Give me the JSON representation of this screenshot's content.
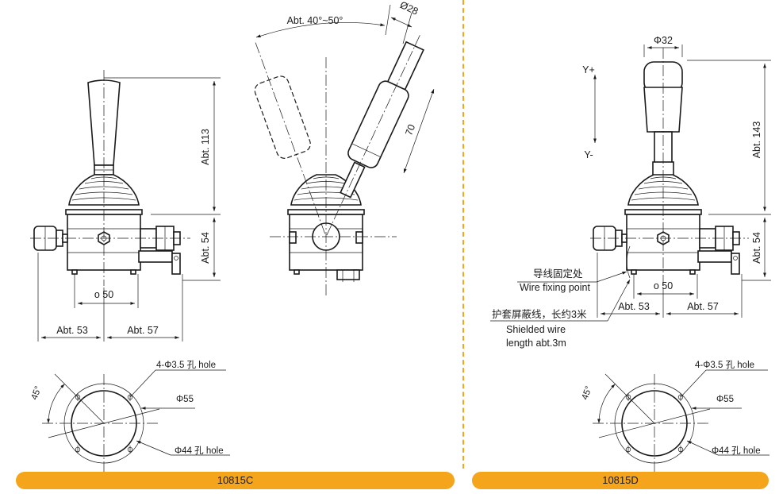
{
  "colors": {
    "accent": "#f4a51c",
    "line": "#1a1a1a"
  },
  "models": {
    "left": "10815C",
    "right": "10815D"
  },
  "dims": {
    "height_113": "Abt. 113",
    "height_54": "Abt. 54",
    "width_50": "o 50",
    "left_53": "Abt. 53",
    "right_57": "Abt. 57",
    "angle": "Abt. 40°~50°",
    "dia_28": "Ø28",
    "len_70": "70",
    "dia_32": "Φ32",
    "height_143": "Abt. 143",
    "y_plus": "Y+",
    "y_minus": "Y-",
    "hole_35": "4-Φ3.5 孔 hole",
    "dia_55": "Φ55",
    "hole_44": "Φ44 孔 hole",
    "deg_45": "45°"
  },
  "notes": {
    "wire_fix_cn": "导线固定处",
    "wire_fix_en": "Wire fixing point",
    "shield_cn": "护套屏蔽线，长约3米",
    "shield_en_1": "Shielded wire",
    "shield_en_2": "length abt.3m"
  }
}
